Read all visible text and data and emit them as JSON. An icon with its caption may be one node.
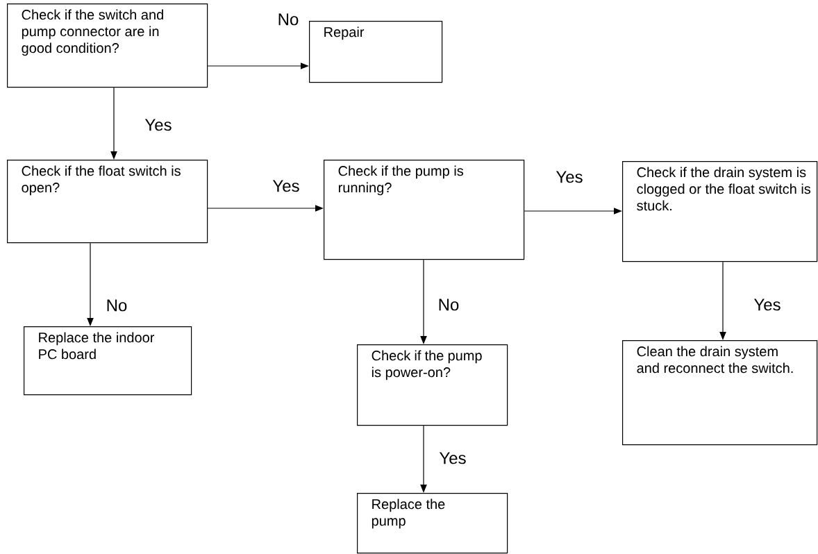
{
  "diagram": {
    "nodes": [
      {
        "text": [
          "Check if the switch and pump connector are in good condition?"
        ]
      },
      {
        "text": [
          "Repair"
        ]
      },
      {
        "text": [
          "Check if the float switch is open?"
        ]
      },
      {
        "text": [
          "Check if the pump is running?"
        ]
      },
      {
        "text": [
          "Check if the drain system is clogged or the float switch is stuck."
        ]
      },
      {
        "text": [
          "Replace the indoor PC board"
        ]
      },
      {
        "text": [
          "Check if the pump is power-on?"
        ]
      },
      {
        "text": [
          "Clean the drain system and reconnect the switch."
        ]
      },
      {
        "text": [
          "Replace the pump"
        ]
      }
    ],
    "edges": [
      {
        "from": 0,
        "to": 1,
        "arrow": "to",
        "label": "No"
      },
      {
        "from": 0,
        "to": 2,
        "arrow": "to",
        "label": "Yes"
      },
      {
        "from": 2,
        "to": 3,
        "arrow": "to",
        "label": "Yes"
      },
      {
        "from": 3,
        "to": 4,
        "arrow": "to",
        "label": "Yes"
      },
      {
        "from": 2,
        "to": 5,
        "arrow": "to",
        "label": "No"
      },
      {
        "from": 3,
        "to": 6,
        "arrow": "to",
        "label": "No"
      },
      {
        "from": 4,
        "to": 7,
        "arrow": "to",
        "label": "Yes"
      },
      {
        "from": 6,
        "to": 8,
        "arrow": "to",
        "label": "Yes"
      }
    ]
  }
}
